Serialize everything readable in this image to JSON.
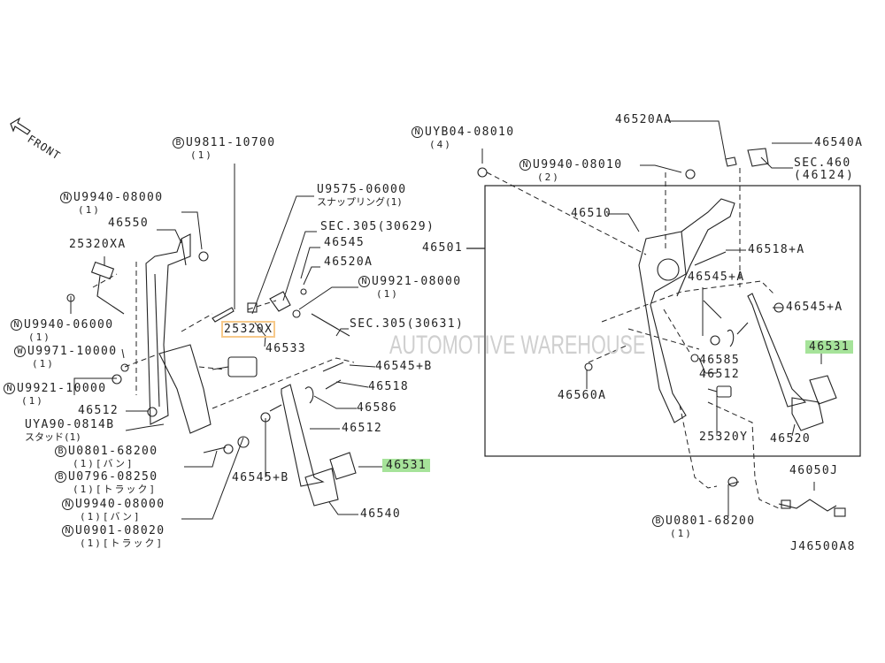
{
  "watermark": "AUTOMOTIVE WAREHOUSE",
  "front_label": "FRONT",
  "diagram_id": "J46500A8",
  "highlight_color": "#a6e39a",
  "parts": [
    {
      "prefix": "B",
      "code": "U9811-10700",
      "qty": "(1)"
    },
    {
      "prefix": "N",
      "code": "U9940-08000",
      "qty": "(1)"
    },
    {
      "code": "46550"
    },
    {
      "code": "25320XA"
    },
    {
      "code": "U9575-06000",
      "qty": "スナップリング(1)"
    },
    {
      "code": "SEC.305(30629)"
    },
    {
      "code": "46545"
    },
    {
      "code": "46520A"
    },
    {
      "prefix": "N",
      "code": "U9921-08000",
      "qty": "(1)"
    },
    {
      "prefix": "N",
      "code": "U9940-06000",
      "qty": "(1)"
    },
    {
      "prefix": "W",
      "code": "U9971-10000",
      "qty": "(1)"
    },
    {
      "prefix": "N",
      "code": "U9921-10000",
      "qty": "(1)"
    },
    {
      "code": "25320X"
    },
    {
      "code": "46533"
    },
    {
      "code": "SEC.305(30631)"
    },
    {
      "code": "46545+B"
    },
    {
      "code": "46518"
    },
    {
      "code": "46586"
    },
    {
      "code": "46512"
    },
    {
      "code": "UYA90-0814B",
      "qty": "スタッド(1)"
    },
    {
      "prefix": "B",
      "code": "U0801-68200",
      "qty": "(1)[バン]"
    },
    {
      "prefix": "B",
      "code": "U0796-08250",
      "qty": "(1)[トラック]"
    },
    {
      "code": "46512"
    },
    {
      "code": "46545+B"
    },
    {
      "code": "46531",
      "highlight": true
    },
    {
      "prefix": "N",
      "code": "U9940-08000",
      "qty": "(1)[バン]"
    },
    {
      "prefix": "N",
      "code": "U0901-08020",
      "qty": "(1)[トラック]"
    },
    {
      "code": "46540"
    },
    {
      "prefix": "N",
      "code": "UYB04-08010",
      "qty": "(4)"
    },
    {
      "code": "46520AA"
    },
    {
      "code": "46540A"
    },
    {
      "prefix": "N",
      "code": "U9940-08010",
      "qty": "(2)"
    },
    {
      "code": "SEC.460",
      "qty": "(46124)"
    },
    {
      "code": "46510"
    },
    {
      "code": "46501"
    },
    {
      "code": "46518+A"
    },
    {
      "code": "46545+A"
    },
    {
      "code": "46545+A"
    },
    {
      "code": "46531",
      "highlight": true
    },
    {
      "code": "46585"
    },
    {
      "code": "46512"
    },
    {
      "code": "46560A"
    },
    {
      "code": "25320Y"
    },
    {
      "code": "46520"
    },
    {
      "code": "46050J"
    },
    {
      "prefix": "B",
      "code": "U0801-68200",
      "qty": "(1)"
    }
  ]
}
